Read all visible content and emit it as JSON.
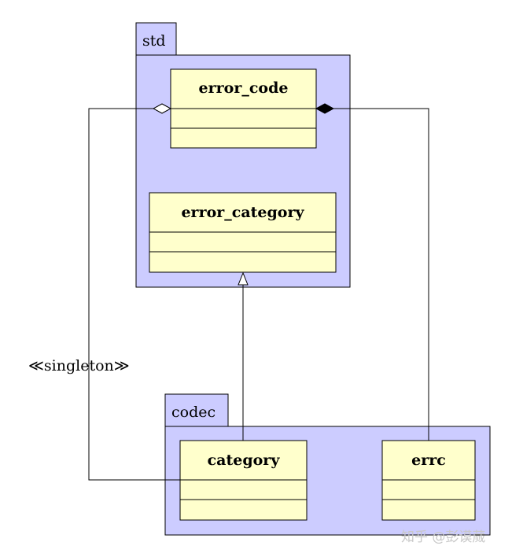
{
  "packages": {
    "std": {
      "label": "std"
    },
    "codec": {
      "label": "codec"
    }
  },
  "classes": {
    "error_code": {
      "name": "error_code"
    },
    "error_category": {
      "name": "error_category"
    },
    "category": {
      "name": "category"
    },
    "errc": {
      "name": "errc"
    }
  },
  "relations": {
    "singleton": {
      "label": "≪singleton≫"
    }
  },
  "watermark": {
    "text": "知乎 @彭谟蒇"
  },
  "colors": {
    "package_fill": "#ccccff",
    "class_fill": "#ffffcc",
    "line": "#000000"
  }
}
